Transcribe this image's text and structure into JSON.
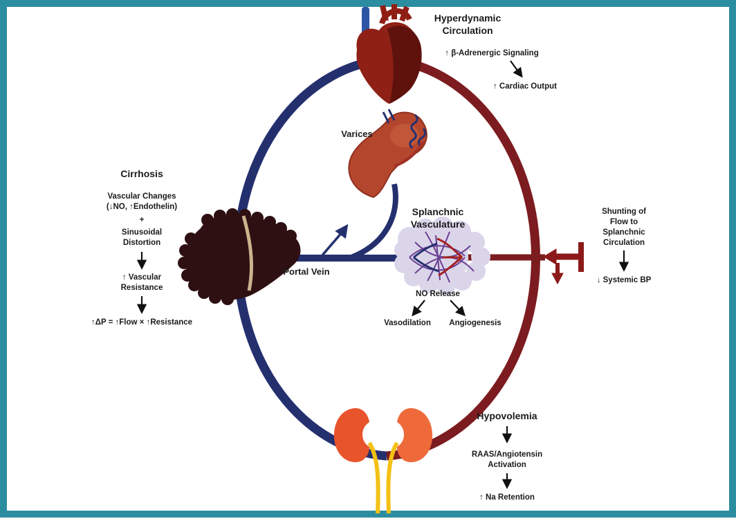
{
  "colors": {
    "frame": "#2c8da0",
    "venous_blue": "#24306e",
    "arterial_red": "#7d1c20",
    "liver": "#2e1012",
    "liver_band": "#c9b48e",
    "heart_red": "#8e2016",
    "heart_dark": "#5f120c",
    "vessel_blue": "#2c55a5",
    "stomach": "#b5462e",
    "kidney_left": "#e8542c",
    "kidney_right": "#ef6a3a",
    "ureter_yellow": "#f3c116",
    "splanchnic_bed": "#dbd5ea",
    "splanchnic_vessel": "#6b3f92",
    "inhibitor_red": "#8c1a1a",
    "text": "#1a1a1a"
  },
  "hyperdynamic": {
    "title1": "Hyperdynamic",
    "title2": "Circulation",
    "beta_signaling": "↑ β-Adrenergic Signaling",
    "cardiac_output": "↑ Cardiac Output"
  },
  "varices": {
    "label": "Varices"
  },
  "cirrhosis": {
    "title": "Cirrhosis",
    "vascular_changes": "Vascular Changes",
    "no_endothelin": "(↓NO, ↑Endothelin)",
    "plus": "+",
    "sinusoidal": "Sinusoidal",
    "distortion": "Distortion",
    "vascular": "↑ Vascular",
    "resistance": "Resistance",
    "equation": "↑ΔP = ↑Flow × ↑Resistance"
  },
  "portal_vein": {
    "label": "Portal Vein"
  },
  "splanchnic": {
    "title1": "Splanchnic",
    "title2": "Vasculature",
    "no_release": "NO Release",
    "vasodilation": "Vasodilation",
    "angiogenesis": "Angiogenesis"
  },
  "shunting": {
    "line1": "Shunting of",
    "line2": "Flow to",
    "line3": "Splanchnic",
    "line4": "Circulation",
    "systemic_bp": "↓ Systemic BP"
  },
  "hypovolemia": {
    "title": "Hypovolemia",
    "raas1": "RAAS/Angiotensin",
    "raas2": "Activation",
    "na_retention": "↑ Na Retention"
  }
}
